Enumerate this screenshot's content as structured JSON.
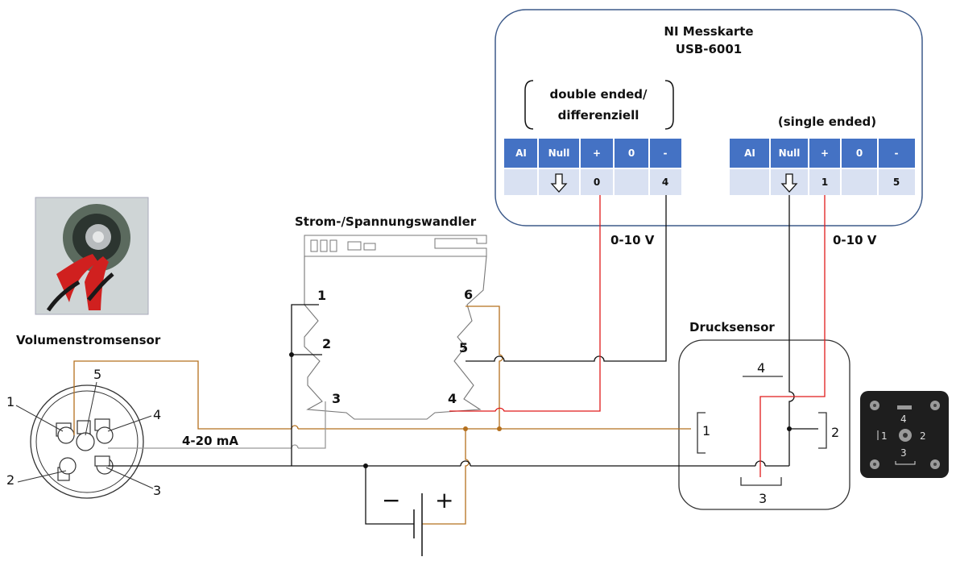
{
  "ni_card": {
    "title": "NI Messkarte",
    "model": "USB-6001",
    "mode_left": [
      "double ended/",
      "differenziell"
    ],
    "mode_right": "(single ended)",
    "table_headers": [
      "AI",
      "Null",
      "+",
      "0",
      "-"
    ],
    "left_row": {
      "plus": "0",
      "minus": "4"
    },
    "right_row": {
      "plus": "1",
      "minus": "5"
    }
  },
  "converter": {
    "title": "Strom-/Spannungswandler",
    "terminals": [
      "1",
      "2",
      "3",
      "4",
      "5",
      "6"
    ]
  },
  "volume_sensor": {
    "title": "Volumenstromsensor",
    "pins": [
      "1",
      "2",
      "3",
      "4",
      "5"
    ]
  },
  "pressure_sensor": {
    "title": "Drucksensor",
    "pins": [
      "1",
      "2",
      "3",
      "4"
    ]
  },
  "connector_photo": {
    "labels": [
      "4",
      "1",
      "2",
      "3"
    ]
  },
  "signals": {
    "current": "4-20 mA",
    "voltage_left": "0-10 V",
    "voltage_right": "0-10 V"
  },
  "battery": {
    "minus": "−",
    "plus": "+"
  },
  "colors": {
    "red": "#e01b1b",
    "brown": "#b5701e",
    "black": "#111111",
    "table_header": "#4472c4",
    "table_row": "#d9e1f2"
  }
}
